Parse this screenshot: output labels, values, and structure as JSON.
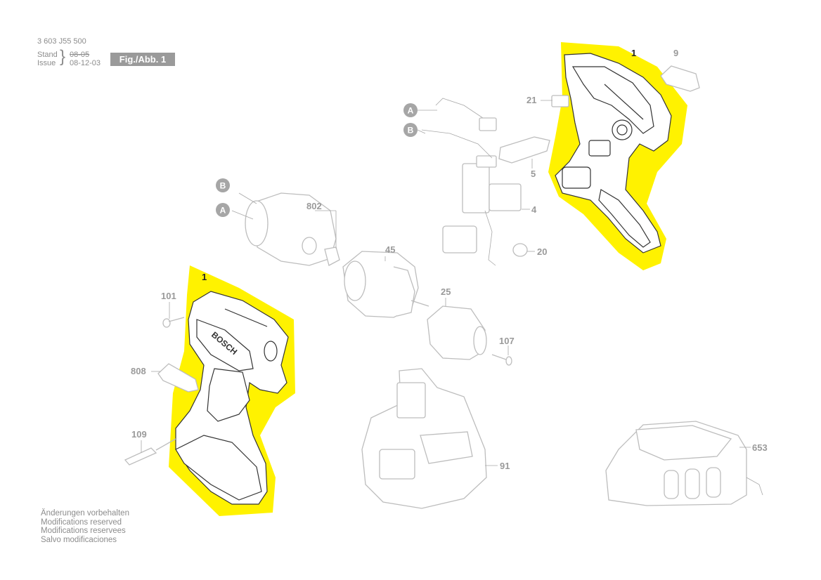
{
  "header": {
    "doc_number": "3 603 J55 500",
    "stand_label": "Stand",
    "issue_label": "Issue",
    "old_date": "08-05",
    "new_date": "08-12-03",
    "figure_label": "Fig./Abb. 1"
  },
  "notes": [
    "Änderungen vorbehalten",
    "Modifications reserved",
    "Modifications reservees",
    "Salvo modificaciones"
  ],
  "brand_text": "BOSCH",
  "colors": {
    "highlight": "#fff200",
    "label": "#9a9a9a",
    "badge": "#a6a6a6"
  },
  "connectors": [
    {
      "id": "A",
      "label": "A"
    },
    {
      "id": "B",
      "label": "B"
    }
  ],
  "parts": {
    "p1_top": "1",
    "p1_bottom": "1",
    "p4": "4",
    "p5": "5",
    "p9": "9",
    "p20": "20",
    "p21": "21",
    "p25": "25",
    "p45": "45",
    "p91": "91",
    "p101": "101",
    "p107": "107",
    "p109": "109",
    "p653": "653",
    "p802": "802",
    "p808": "808"
  }
}
